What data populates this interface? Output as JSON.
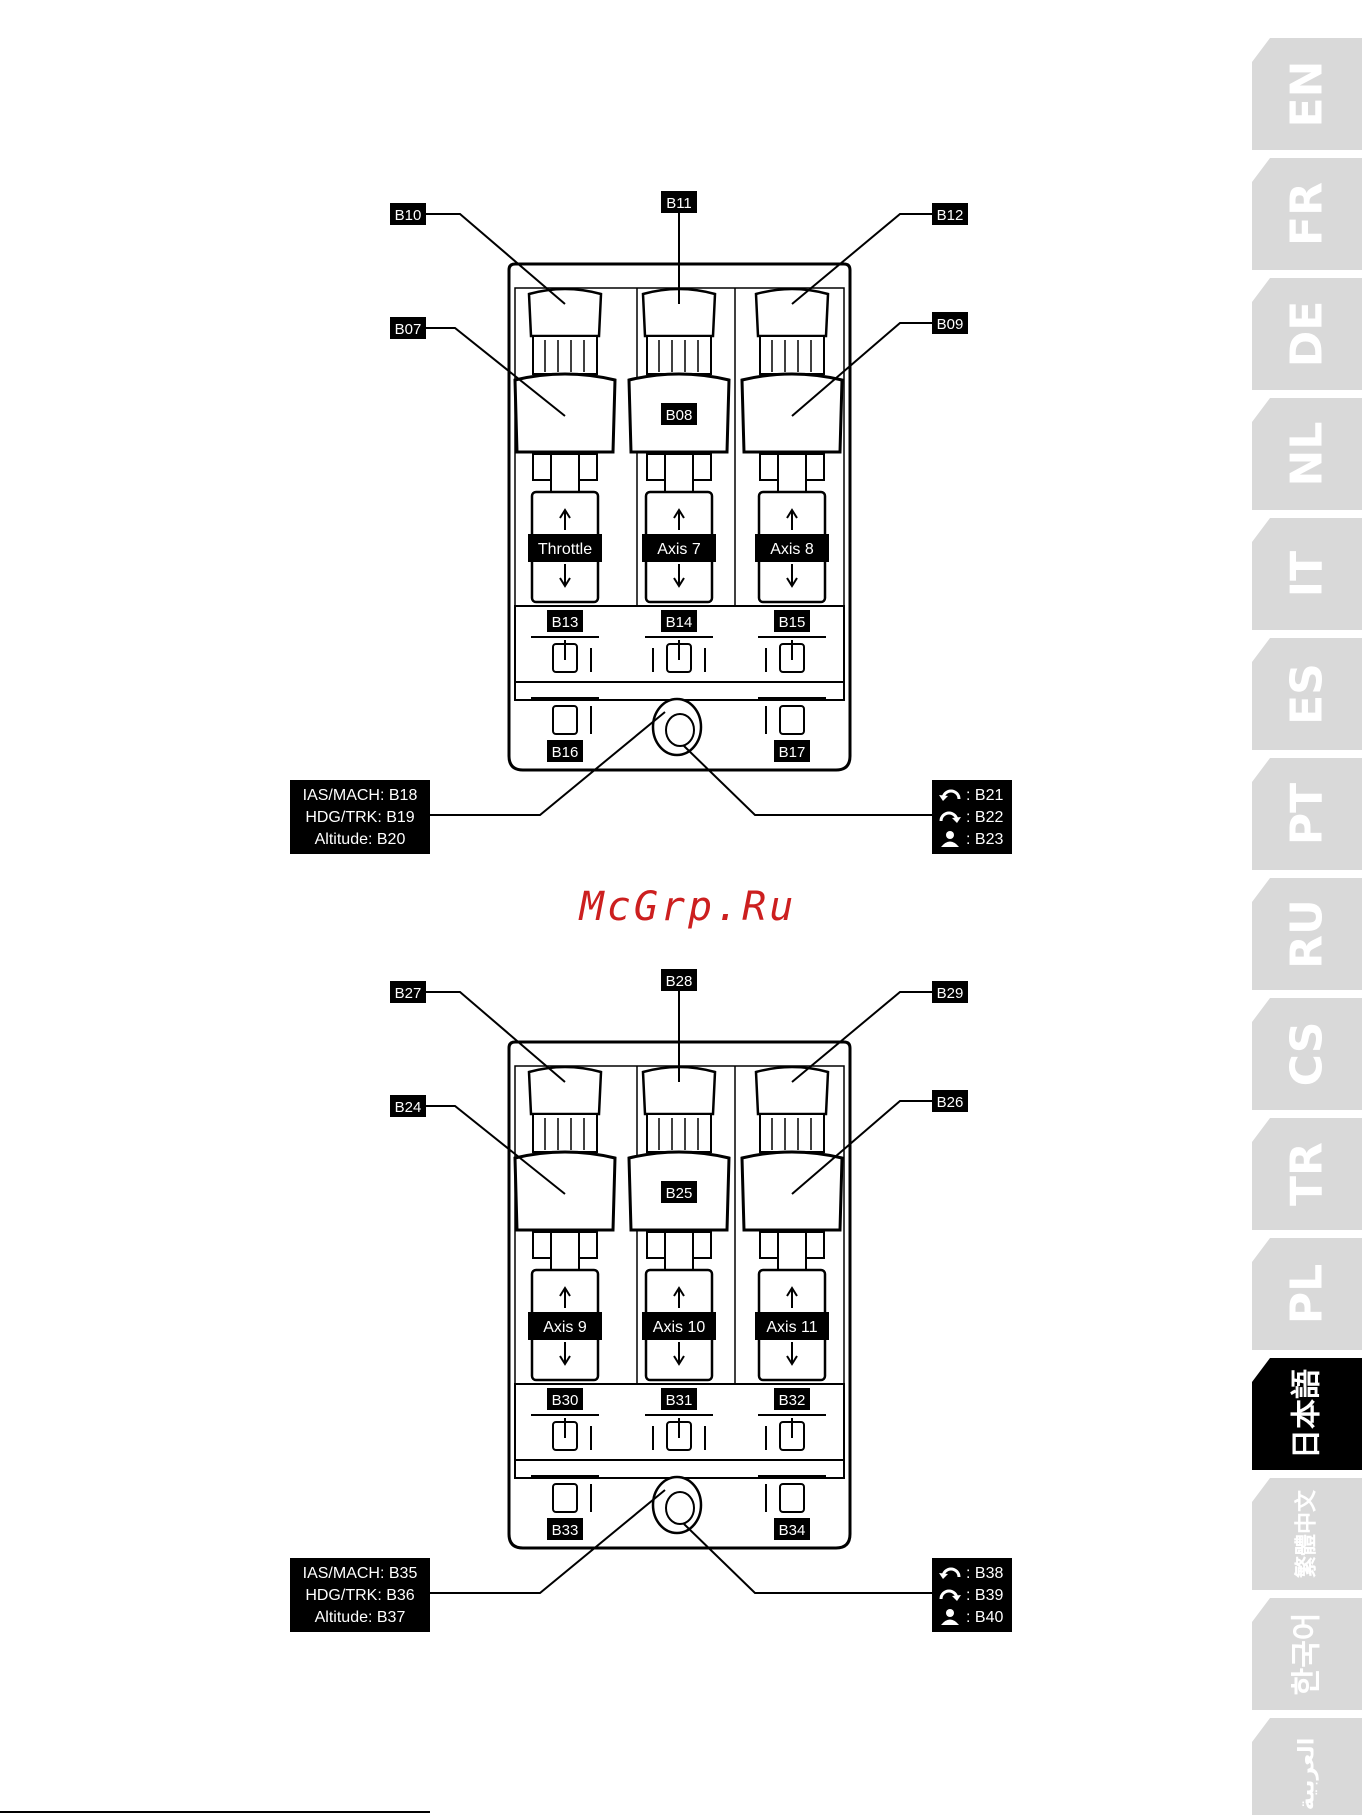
{
  "watermark": "McGrp.Ru",
  "language_tabs": [
    {
      "code": "EN",
      "active": false
    },
    {
      "code": "FR",
      "active": false
    },
    {
      "code": "DE",
      "active": false
    },
    {
      "code": "NL",
      "active": false
    },
    {
      "code": "IT",
      "active": false
    },
    {
      "code": "ES",
      "active": false
    },
    {
      "code": "PT",
      "active": false
    },
    {
      "code": "RU",
      "active": false
    },
    {
      "code": "CS",
      "active": false
    },
    {
      "code": "TR",
      "active": false
    },
    {
      "code": "PL",
      "active": false
    },
    {
      "code": "日本語",
      "active": true
    },
    {
      "code": "繁體中文",
      "active": false
    },
    {
      "code": "한국어",
      "active": false
    },
    {
      "code": "العربية",
      "active": false
    }
  ],
  "colors": {
    "tab_inactive": "#d9d9d9",
    "tab_active": "#000000",
    "tab_text": "#ffffff",
    "watermark": "#cc1f1f",
    "label_bg": "#000000"
  },
  "modules": [
    {
      "top_labels": [
        "B10",
        "B11",
        "B12"
      ],
      "side_labels": [
        "B07",
        "B08",
        "B09"
      ],
      "axes": [
        "Throttle",
        "Axis 7",
        "Axis 8"
      ],
      "toggle_labels": [
        "B13",
        "B14",
        "B15"
      ],
      "bottom_left": "B16",
      "bottom_right": "B17",
      "knob_left_lines": [
        "IAS/MACH: B18",
        "HDG/TRK: B19",
        "Altitude: B20"
      ],
      "knob_right_lines": [
        ": B21",
        ": B22",
        ": B23"
      ],
      "knob_right_icons": [
        "rotate-left-icon",
        "rotate-right-icon",
        "push-icon"
      ]
    },
    {
      "top_labels": [
        "B27",
        "B28",
        "B29"
      ],
      "side_labels": [
        "B24",
        "B25",
        "B26"
      ],
      "axes": [
        "Axis 9",
        "Axis 10",
        "Axis 11"
      ],
      "toggle_labels": [
        "B30",
        "B31",
        "B32"
      ],
      "bottom_left": "B33",
      "bottom_right": "B34",
      "knob_left_lines": [
        "IAS/MACH: B35",
        "HDG/TRK: B36",
        "Altitude: B37"
      ],
      "knob_right_lines": [
        ": B38",
        ": B39",
        ": B40"
      ],
      "knob_right_icons": [
        "rotate-left-icon",
        "rotate-right-icon",
        "push-icon"
      ]
    }
  ]
}
